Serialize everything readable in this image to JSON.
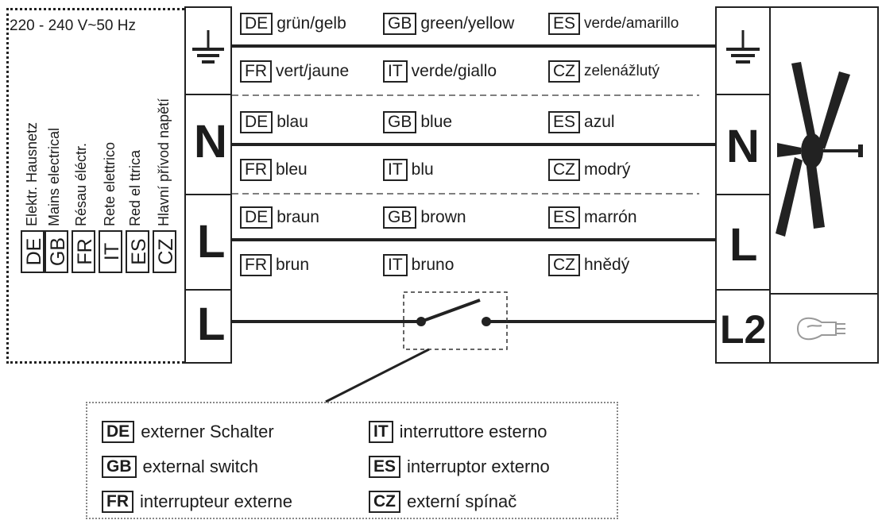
{
  "supply": {
    "voltage": "220 - 240 V~50 Hz",
    "labels": [
      {
        "code": "DE",
        "text": "Elektr. Hausnetz"
      },
      {
        "code": "GB",
        "text": "Mains electrical"
      },
      {
        "code": "FR",
        "text": "Résau éléctr."
      },
      {
        "code": "IT",
        "text": "Rete elettrico"
      },
      {
        "code": "ES",
        "text": "Red el ttrica"
      },
      {
        "code": "CZ",
        "text": "Hlavní přívod napětí"
      }
    ]
  },
  "terminals": {
    "left": [
      "N",
      "L",
      "L"
    ],
    "right": [
      "N",
      "L",
      "L2"
    ]
  },
  "wires": {
    "earth": [
      {
        "code": "DE",
        "text": "grün/gelb"
      },
      {
        "code": "GB",
        "text": "green/yellow"
      },
      {
        "code": "ES",
        "text": "verde/amarillo"
      },
      {
        "code": "FR",
        "text": "vert/jaune"
      },
      {
        "code": "IT",
        "text": "verde/giallo"
      },
      {
        "code": "CZ",
        "text": "zelenážlutý"
      }
    ],
    "neutral": [
      {
        "code": "DE",
        "text": "blau"
      },
      {
        "code": "GB",
        "text": "blue"
      },
      {
        "code": "ES",
        "text": "azul"
      },
      {
        "code": "FR",
        "text": "bleu"
      },
      {
        "code": "IT",
        "text": "blu"
      },
      {
        "code": "CZ",
        "text": "modrý"
      }
    ],
    "live": [
      {
        "code": "DE",
        "text": "braun"
      },
      {
        "code": "GB",
        "text": "brown"
      },
      {
        "code": "ES",
        "text": "marrón"
      },
      {
        "code": "FR",
        "text": "brun"
      },
      {
        "code": "IT",
        "text": "bruno"
      },
      {
        "code": "CZ",
        "text": "hnědý"
      }
    ]
  },
  "legend": [
    {
      "code": "DE",
      "text": "externer Schalter"
    },
    {
      "code": "GB",
      "text": "external switch"
    },
    {
      "code": "FR",
      "text": "interrupteur externe"
    },
    {
      "code": "IT",
      "text": "interruttore esterno"
    },
    {
      "code": "ES",
      "text": "interruptor externo"
    },
    {
      "code": "CZ",
      "text": "externí spínač"
    }
  ],
  "icons": {
    "earth": "earth-ground-icon",
    "fan": "ceiling-fan-icon",
    "bulb": "light-bulb-icon",
    "switch": "external-switch-icon"
  }
}
